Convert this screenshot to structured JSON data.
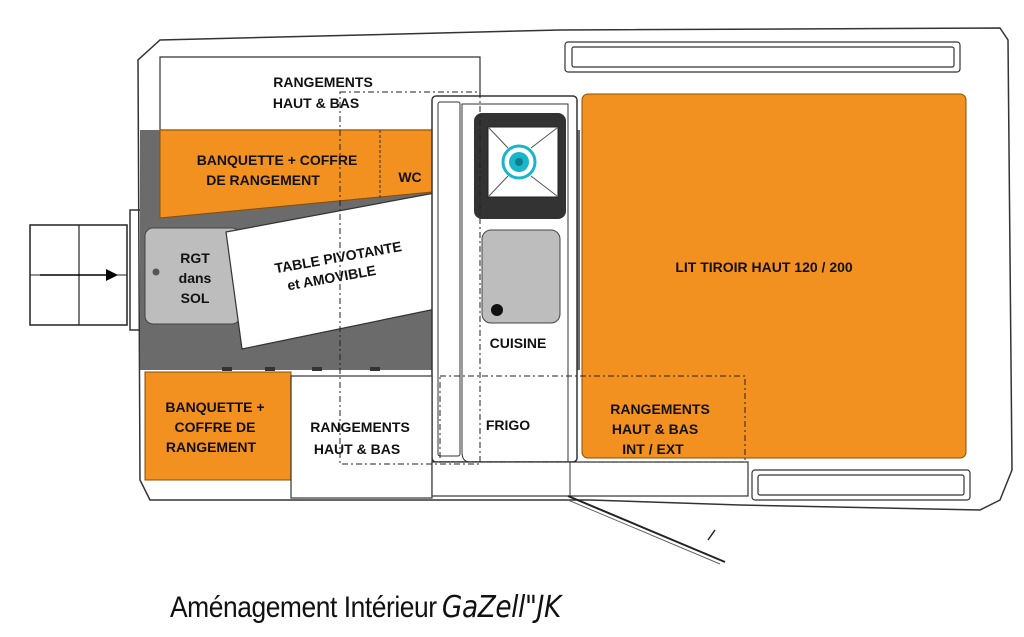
{
  "labels": {
    "rangements_haut_line1": "RANGEMENTS",
    "rangements_haut_line2": "HAUT & BAS",
    "banquette_top_line1": "BANQUETTE + COFFRE",
    "banquette_top_line2": "DE RANGEMENT",
    "wc": "WC",
    "table_line1": "TABLE PIVOTANTE",
    "table_line2": "et AMOVIBLE",
    "rgt_line1": "RGT",
    "rgt_line2": "dans",
    "rgt_line3": "SOL",
    "cuisine": "CUISINE",
    "frigo": "FRIGO",
    "lit": "LIT TIROIR HAUT  120 / 200",
    "banquette_bottom_line1": "BANQUETTE +",
    "banquette_bottom_line2": "COFFRE DE",
    "banquette_bottom_line3": "RANGEMENT",
    "rangements_bas_line1": "RANGEMENTS",
    "rangements_bas_line2": "HAUT & BAS",
    "rangements_ext_line1": "RANGEMENTS",
    "rangements_ext_line2": "HAUT & BAS",
    "rangements_ext_line3": "INT / EXT"
  },
  "caption": {
    "text": "Aménagement Intérieur",
    "brand": "GaZell\"JK"
  },
  "colors": {
    "orange": "#f29120",
    "floor_gray": "#6b6b6b",
    "panel_gray": "#bdbdbd",
    "dark": "#333333",
    "cooktop_ring": "#19b6c9"
  },
  "icons": {
    "entry_arrow": "arrow-right-icon",
    "cooktop": "cooktop-burner-icon",
    "sink": "sink-icon"
  }
}
